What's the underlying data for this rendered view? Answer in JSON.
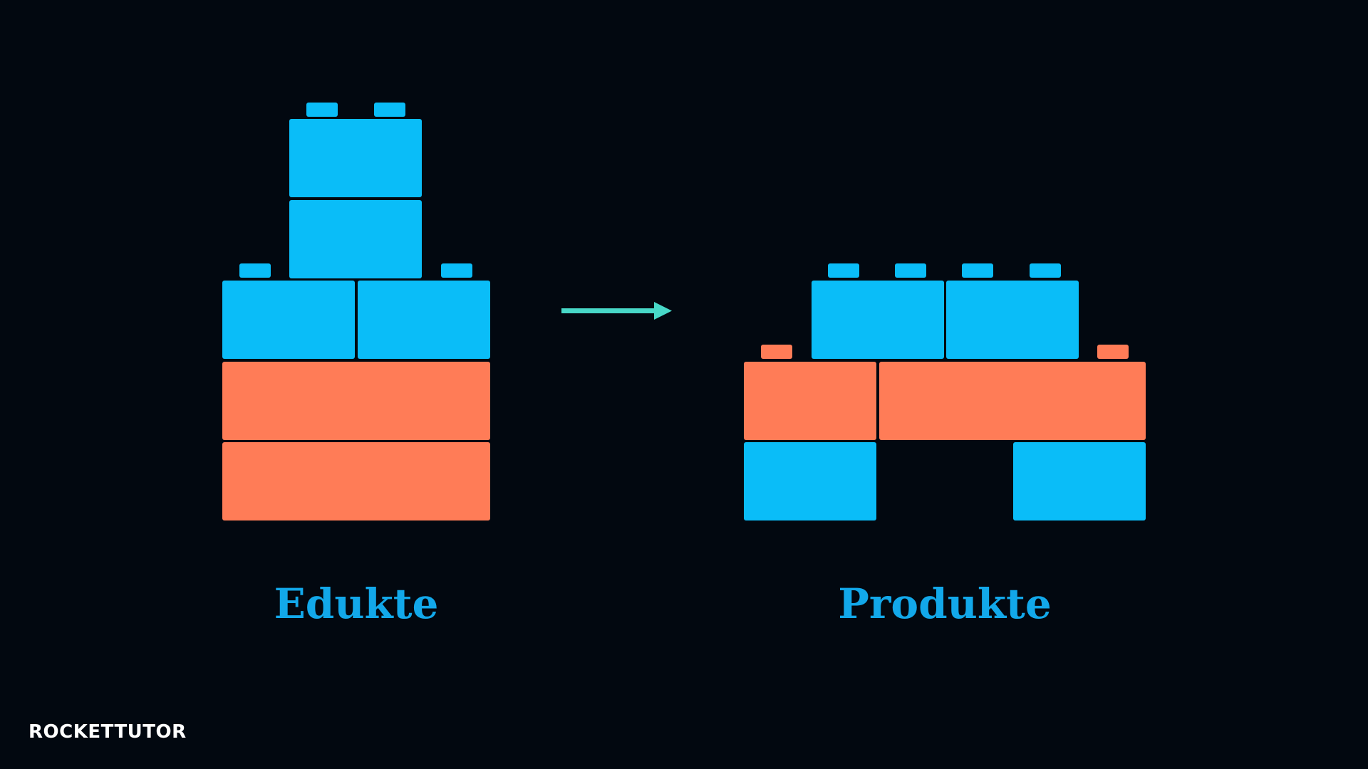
{
  "colors": {
    "background": "#020810",
    "blue_brick": "#0abdf8",
    "orange_brick": "#ff7c57",
    "arrow": "#48d8c8",
    "label": "#12a8ea",
    "logo_text": "#ffffff",
    "logo_accent": "#1fa8e8"
  },
  "labels": {
    "reactants": "Edukte",
    "products": "Produkte"
  },
  "logo": {
    "wordmark": "ROCKETTUTOR"
  },
  "icons": {
    "reaction_arrow": "arrow-right-icon",
    "logo": "rockettutor-logo"
  }
}
